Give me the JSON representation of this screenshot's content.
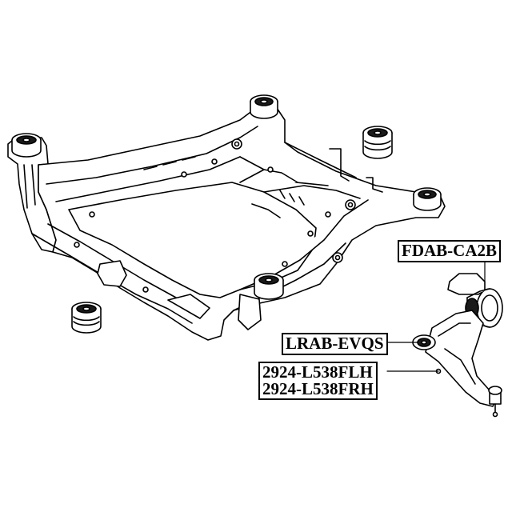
{
  "labels": {
    "fdab": "FDAB-CA2B",
    "lrab": "LRAB-EVQS",
    "arm_lh": "2924-L538FLH",
    "arm_rh": "2924-L538FRH"
  },
  "colors": {
    "stroke": "#000000",
    "fill": "#ffffff",
    "shade": "#1a1a1a"
  }
}
